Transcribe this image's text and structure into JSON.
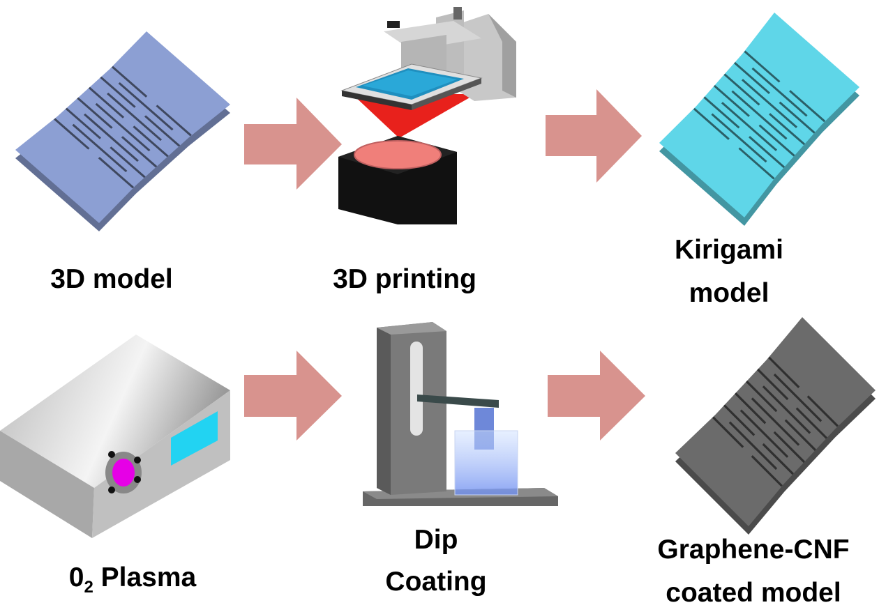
{
  "steps": {
    "model": {
      "label": "3D model"
    },
    "printing": {
      "label": "3D printing"
    },
    "kirigami": {
      "line1": "Kirigami",
      "line2": "model"
    },
    "plasma": {
      "prefix": "0",
      "sub": "2",
      "suffix": " Plasma"
    },
    "dip": {
      "line1": "Dip",
      "line2": "Coating"
    },
    "coated": {
      "line1": "Graphene-CNF",
      "line2": "coated model"
    }
  },
  "colors": {
    "arrow": "#d8938e",
    "model": "#8c9fd3",
    "kirigami": "#5fd6e8",
    "coated": "#6b6b6b",
    "light": "#e8211c",
    "resin": "#f08080",
    "plasma_window": "#e600e6",
    "plasma_screen": "#22d3f2"
  }
}
